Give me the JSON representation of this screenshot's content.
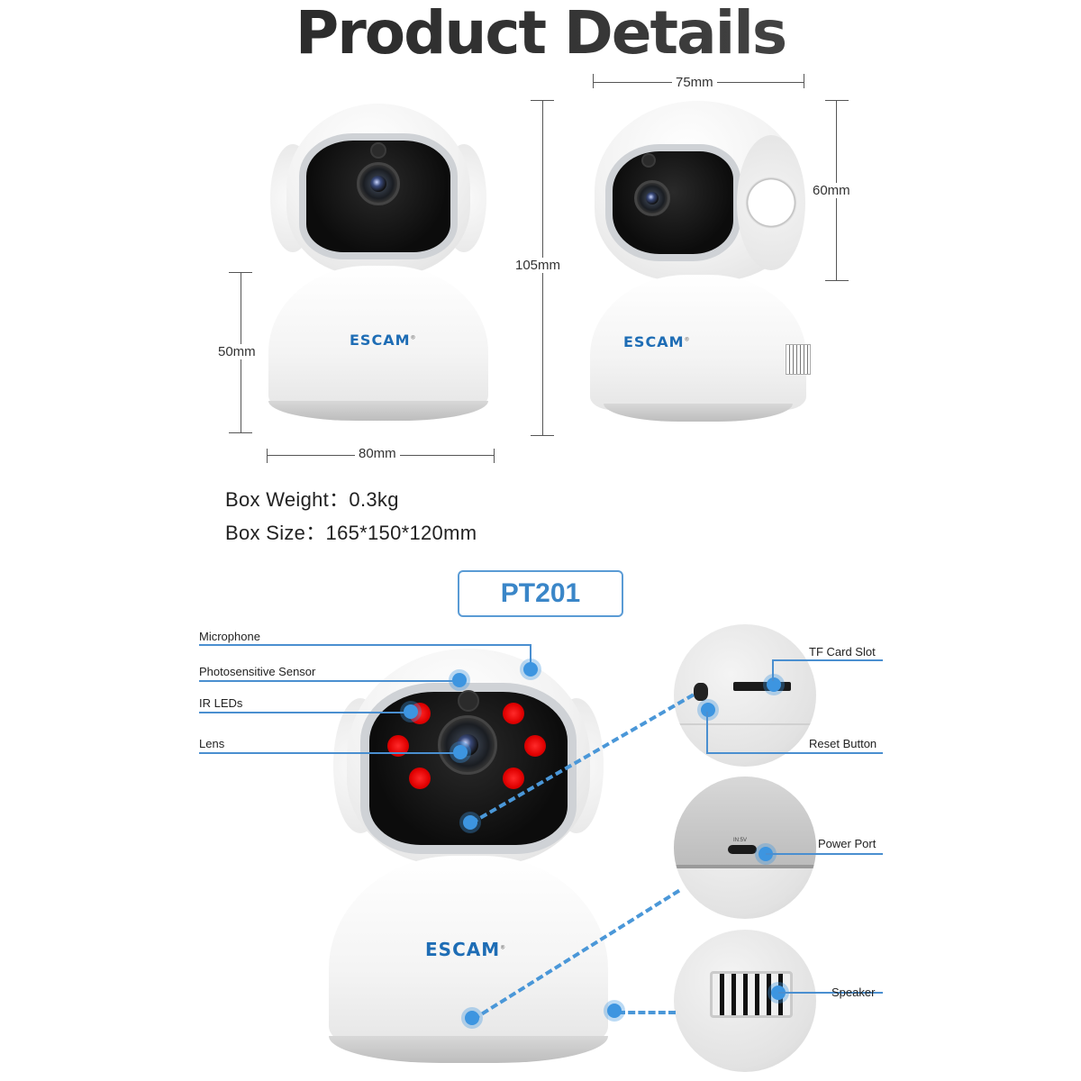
{
  "header": {
    "title": "Product Details"
  },
  "dimensions": {
    "front_height_base": "50mm",
    "front_width": "80mm",
    "total_height": "105mm",
    "side_width": "75mm",
    "head_height": "60mm"
  },
  "specs": [
    {
      "label": "Box Weight：",
      "value": "0.3kg"
    },
    {
      "label": "Box Size：",
      "value": "165*150*120mm"
    }
  ],
  "model": {
    "name": "PT201"
  },
  "brand": {
    "logo": "ESCAM",
    "registered": "®"
  },
  "callouts_left": [
    {
      "label": "Microphone"
    },
    {
      "label": "Photosensitive Sensor"
    },
    {
      "label": "IR LEDs"
    },
    {
      "label": "Lens"
    }
  ],
  "callouts_right": [
    {
      "label": "TF Card Slot"
    },
    {
      "label": "Reset Button"
    },
    {
      "label": "Power Port"
    },
    {
      "label": "Speaker"
    }
  ],
  "port_marking": "IN:5V",
  "colors": {
    "accent_blue": "#3a86c8",
    "callout_blue": "#4a8fd0",
    "logo_blue": "#1e6db5",
    "ir_led_red": "#e00000"
  }
}
